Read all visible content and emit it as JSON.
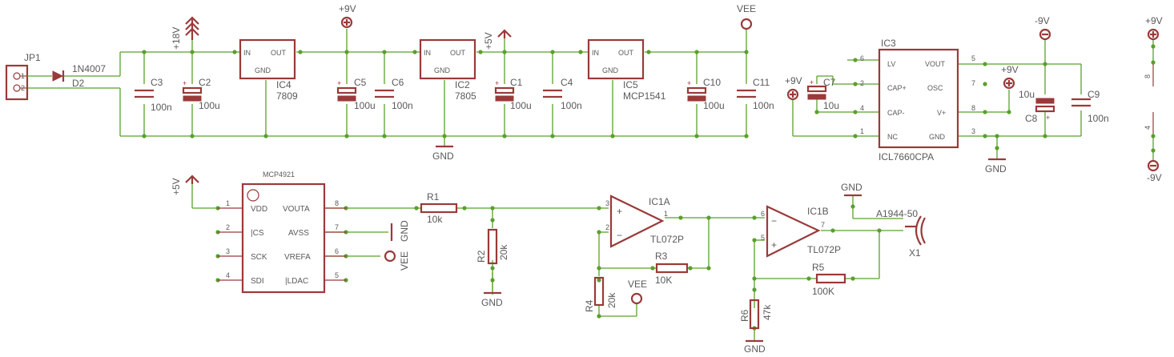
{
  "labels": {
    "jp1": "JP1",
    "jp1_pin1": "1",
    "jp1_pin2": "2",
    "d2_type": "1N4007",
    "d2": "D2",
    "plus18v": "+18V",
    "c3": "C3",
    "c3v": "100n",
    "c2": "C2",
    "c2v": "100u",
    "ic4": "IC4",
    "ic4v": "7809",
    "in": "IN",
    "out": "OUT",
    "gnd_pin": "GND",
    "plus9v": "+9V",
    "c5": "C5",
    "c5v": "100u",
    "c6": "C6",
    "c6v": "100n",
    "ic2": "IC2",
    "ic2v": "7805",
    "plus5v": "+5V",
    "c1": "C1",
    "c1v": "100u",
    "c4": "C4",
    "c4v": "100n",
    "ic5": "IC5",
    "ic5v": "MCP1541",
    "vee": "VEE",
    "c10": "C10",
    "c10v": "100u",
    "c11": "C11",
    "c11v": "100n",
    "gnd": "GND",
    "ic3": "IC3",
    "ic3v": "ICL7660CPA",
    "ic3_lv": "LV",
    "ic3_capp": "CAP+",
    "ic3_capm": "CAP-",
    "ic3_nc": "NC",
    "ic3_vout": "VOUT",
    "ic3_osc": "OSC",
    "ic3_vp": "V+",
    "ic3_gnd": "GND",
    "p6": "6",
    "p2": "2",
    "p4": "4",
    "p1": "1",
    "p5": "5",
    "p7": "7",
    "p8": "8",
    "p3": "3",
    "c7": "C7",
    "c7v": "10u",
    "minus9v": "-9V",
    "c8": "C8",
    "c8v": "10u",
    "c9": "C9",
    "c9v": "100n",
    "mcp": "MCP4921",
    "mcp_vdd": "VDD",
    "mcp_cs": "|CS",
    "mcp_sck": "SCK",
    "mcp_sdi": "SDI",
    "mcp_voutа": "VOUTA",
    "mcp_vouta": "VOUTA",
    "mcp_avss": "AVSS",
    "mcp_vrefa": "VREFA",
    "mcp_ldac": "|LDAC",
    "r1": "R1",
    "r1v": "10k",
    "r2": "R2",
    "r2v": "20k",
    "ic1a": "IC1A",
    "tl072": "TL072P",
    "r3": "R3",
    "r3v": "10K",
    "r4": "R4",
    "r4v": "20k",
    "ic1b": "IC1B",
    "r5": "R5",
    "r5v": "100K",
    "r6": "R6",
    "r6v": "47k",
    "a1944": "A1944-50",
    "x1": "X1",
    "pwr_8": "8",
    "pwr_4": "4",
    "plus": "+",
    "minus": "−"
  }
}
